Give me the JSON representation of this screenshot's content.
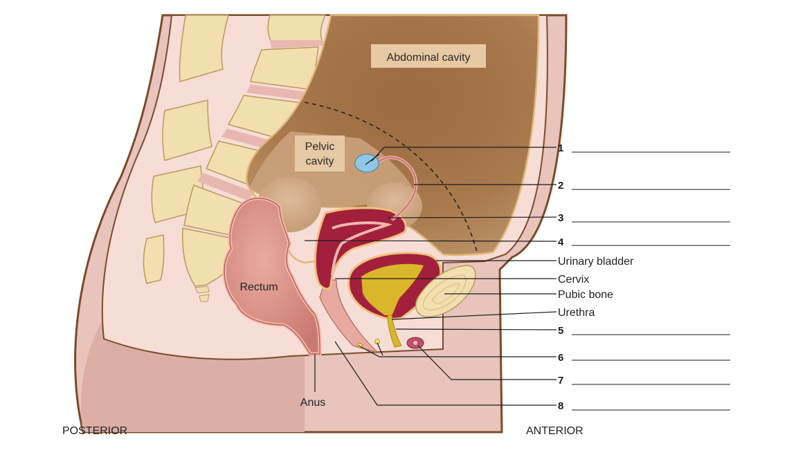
{
  "regions": {
    "abdominal": "Abdominal cavity",
    "pelvic_line1": "Pelvic",
    "pelvic_line2": "cavity",
    "rectum": "Rectum",
    "anus": "Anus"
  },
  "orientation": {
    "posterior": "POSTERIOR",
    "anterior": "ANTERIOR"
  },
  "callouts": [
    {
      "id": "1",
      "text": "1",
      "blank": true
    },
    {
      "id": "2",
      "text": "2",
      "blank": true
    },
    {
      "id": "3",
      "text": "3",
      "blank": true
    },
    {
      "id": "4",
      "text": "4",
      "blank": true
    },
    {
      "id": "urinary-bladder",
      "text": "Urinary bladder",
      "blank": false
    },
    {
      "id": "cervix",
      "text": "Cervix",
      "blank": false
    },
    {
      "id": "pubic-bone",
      "text": "Pubic bone",
      "blank": false
    },
    {
      "id": "urethra",
      "text": "Urethra",
      "blank": false
    },
    {
      "id": "5",
      "text": "5",
      "blank": true
    },
    {
      "id": "6",
      "text": "6",
      "blank": true
    },
    {
      "id": "7",
      "text": "7",
      "blank": true
    },
    {
      "id": "8",
      "text": "8",
      "blank": true
    }
  ],
  "colors": {
    "skin": "#e8c4bc",
    "skin_outline": "#7a4a2a",
    "peritoneum_fill": "#f6ddd6",
    "abdominal_dark": "#8a5a34",
    "abdominal_light": "#b8865a",
    "pelvic_tan": "#c79e78",
    "vertebra": "#f2dfb0",
    "disc": "#e8b8b0",
    "rectum": "#d98f86",
    "uterus": "#a3203c",
    "bladder_urine": "#d9b62a",
    "ovary": "#8ec8e6",
    "label_box": "#e7c9a3"
  }
}
